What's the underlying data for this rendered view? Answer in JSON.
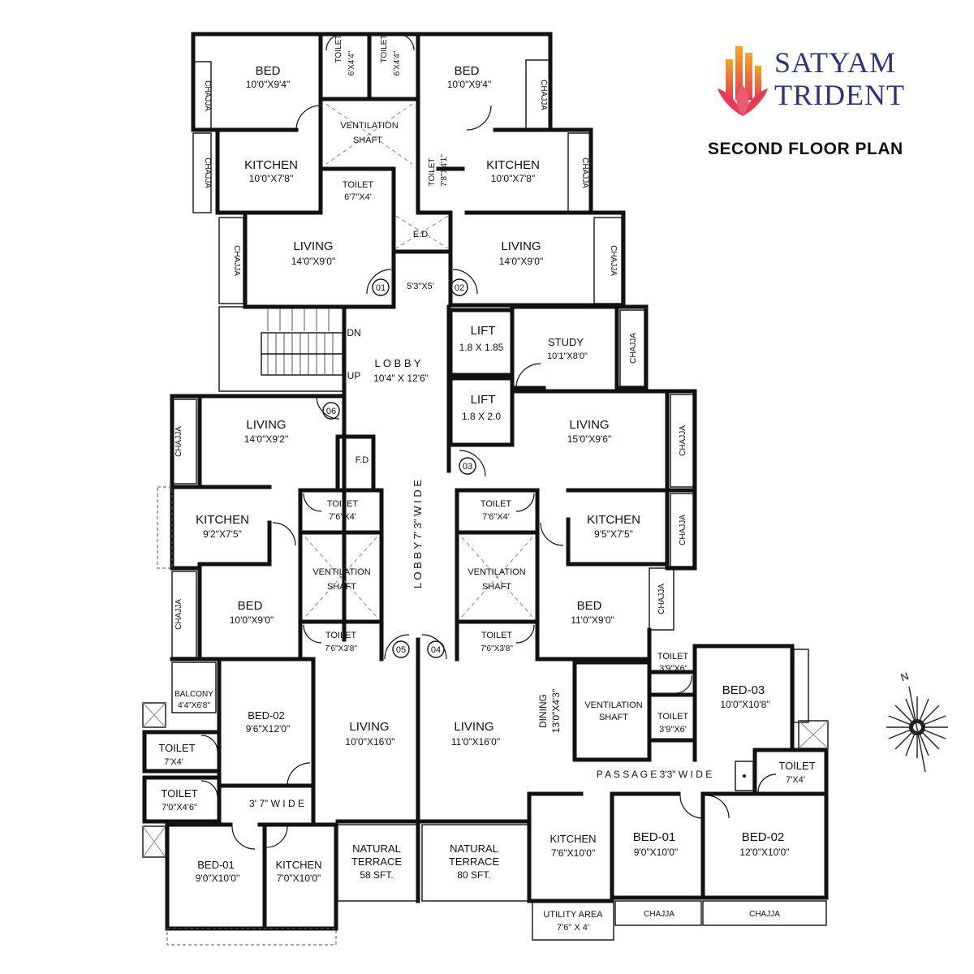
{
  "brand": {
    "name_line1": "SATYAM",
    "name_line2": "TRIDENT",
    "color_primary": "#2e3477",
    "color_accent": "#e63a55",
    "color_gradient_top": "#f5a623"
  },
  "plan_title": "SECOND FLOOR PLAN",
  "compass_label": "N",
  "chajja": "CHAJJA",
  "shaft_label": "VENTILATION SHAFT",
  "rooms": {
    "bed_tl": {
      "name": "BED",
      "size": "10'0\"X9'4\""
    },
    "bed_tr": {
      "name": "BED",
      "size": "10'0\"X9'4\""
    },
    "toilet_t1": {
      "name": "TOILET",
      "size": "6'X4'4\""
    },
    "toilet_t2": {
      "name": "TOILET",
      "size": "6'X4'4\""
    },
    "vent_top": {
      "name": "VENTILATION",
      "name2": "SHAFT"
    },
    "kitchen_tl": {
      "name": "KITCHEN",
      "size": "10'0\"X7'8\""
    },
    "kitchen_tr": {
      "name": "KITCHEN",
      "size": "10'0\"X7'8\""
    },
    "toilet_tl2": {
      "name": "TOILET",
      "size": "6'7\"X4'"
    },
    "toilet_tr2": {
      "name": "TOILET",
      "size": "7'8\"X4'1\""
    },
    "ed": {
      "name": "E.D"
    },
    "living_tl": {
      "name": "LIVING",
      "size": "14'0\"X9'0\""
    },
    "living_tr": {
      "name": "LIVING",
      "size": "14'0\"X9'0\""
    },
    "entry": {
      "size": "5'3\"X5'"
    },
    "lobby": {
      "name": "L O B B Y",
      "size": "10'4\" X 12'6\""
    },
    "dn": "DN",
    "up": "UP",
    "lift1": {
      "name": "LIFT",
      "size": "1.8 X 1.85"
    },
    "lift2": {
      "name": "LIFT",
      "size": "1.8 X 2.0"
    },
    "study": {
      "name": "STUDY",
      "size": "10'1\"X8'0\""
    },
    "living_ml": {
      "name": "LIVING",
      "size": "14'0\"X9'2\""
    },
    "living_mr": {
      "name": "LIVING",
      "size": "15'0\"X9'6\""
    },
    "fd": {
      "name": "F.D"
    },
    "lobby_corr": {
      "name": "L O B B Y  7' 3\"  W I D E"
    },
    "kitchen_ml": {
      "name": "KITCHEN",
      "size": "9'2\"X7'5\""
    },
    "kitchen_mr": {
      "name": "KITCHEN",
      "size": "9'5\"X7'5\""
    },
    "toilet_ml": {
      "name": "TOILET",
      "size": "7'6\"X4'"
    },
    "toilet_mr": {
      "name": "TOILET",
      "size": "7'6\"X4'"
    },
    "vent_ml": {
      "name": "VENTILATION",
      "name2": "SHAFT"
    },
    "vent_mr": {
      "name": "VENTILATION",
      "name2": "SHAFT"
    },
    "bed_ml": {
      "name": "BED",
      "size": "10'0\"X9'0\""
    },
    "bed_mr": {
      "name": "BED",
      "size": "11'0\"X9'0\""
    },
    "toilet_ml2": {
      "name": "TOILET",
      "size": "7'6\"X3'8\""
    },
    "toilet_mr2": {
      "name": "TOILET",
      "size": "7'6\"X3'8\""
    },
    "balcony": {
      "name": "BALCONY",
      "size": "4'4\"X6'8\""
    },
    "bed02_l": {
      "name": "BED-02",
      "size": "9'6\"X12'0\""
    },
    "living_bl": {
      "name": "LIVING",
      "size": "10'0\"X16'0\""
    },
    "living_bc": {
      "name": "LIVING",
      "size": "11'0\"X16'0\""
    },
    "dining": {
      "name": "DINING",
      "size": "13'0\"X4'3\""
    },
    "vent_br": {
      "name": "VENTILATION",
      "name2": "SHAFT"
    },
    "toilet_br1": {
      "name": "TOILET",
      "size": "3'9\"X6'"
    },
    "toilet_br2": {
      "name": "TOILET",
      "size": "3'9\"X6'"
    },
    "bed03": {
      "name": "BED-03",
      "size": "10'0\"X10'8\""
    },
    "toilet_bl1": {
      "name": "TOILET",
      "size": "7'X4'"
    },
    "toilet_bl2": {
      "name": "TOILET",
      "size": "7'0\"X4'6\""
    },
    "passage_l": {
      "name": "3' 7\" W I D E"
    },
    "passage_r": {
      "name": "P A S S A G E  3'3\"  W I D E"
    },
    "toilet_br3": {
      "name": "TOILET",
      "size": "7'X4'"
    },
    "bed01_l": {
      "name": "BED-01",
      "size": "9'0\"X10'0\""
    },
    "kitchen_bl": {
      "name": "KITCHEN",
      "size": "7'0\"X10'0\""
    },
    "terrace_1": {
      "name": "NATURAL",
      "name2": "TERRACE",
      "size": "58 SFT."
    },
    "terrace_2": {
      "name": "NATURAL",
      "name2": "TERRACE",
      "size": "80 SFT."
    },
    "kitchen_br": {
      "name": "KITCHEN",
      "size": "7'6\"X10'0\""
    },
    "bed01_r": {
      "name": "BED-01",
      "size": "9'0\"X10'0\""
    },
    "bed02_r": {
      "name": "BED-02",
      "size": "12'0\"X10'0\""
    },
    "utility": {
      "name": "UTILITY AREA",
      "size": "7'6\" X 4'"
    }
  },
  "units": [
    "01",
    "02",
    "03",
    "04",
    "05",
    "06"
  ]
}
